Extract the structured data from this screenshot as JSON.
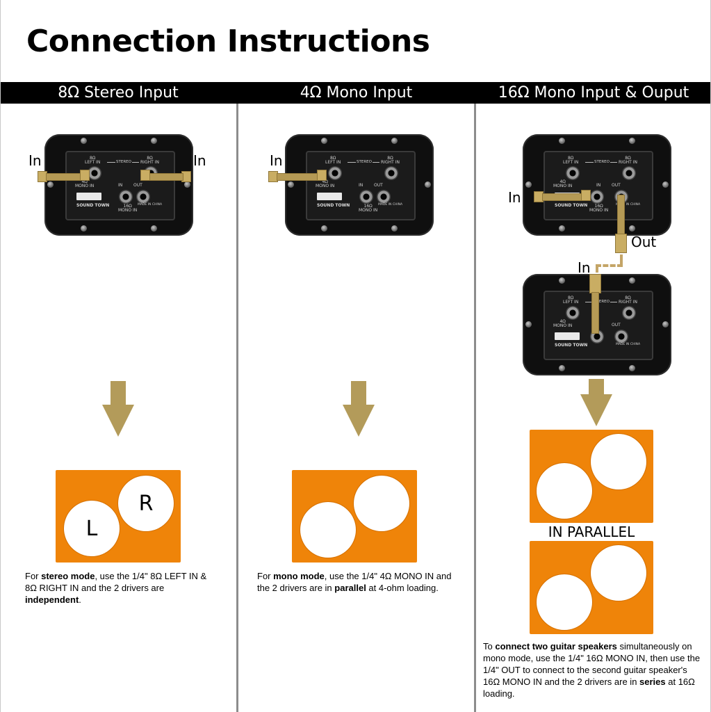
{
  "title": "Connection Instructions",
  "columns": [
    {
      "header": "8Ω Stereo Input",
      "in_labels": [
        "In",
        "In"
      ],
      "speaker_labels": [
        "L",
        "R"
      ],
      "desc": {
        "pre1": "For ",
        "b1": "stereo mode",
        "mid1": ", use the 1/4\" 8Ω LEFT IN & 8Ω RIGHT IN and the 2 drivers are ",
        "b2": "independent",
        "post": "."
      }
    },
    {
      "header": "4Ω Mono Input",
      "in_labels": [
        "In"
      ],
      "desc": {
        "pre1": "For ",
        "b1": "mono mode",
        "mid1": ", use the 1/4\" 4Ω MONO IN and the 2 drivers are in ",
        "b2": "parallel",
        "post": " at 4-ohm loading."
      }
    },
    {
      "header": "16Ω Mono Input & Ouput",
      "in_labels": [
        "In",
        "In"
      ],
      "out_label": "Out",
      "parallel_label": "IN PARALLEL",
      "desc": {
        "pre1": "To ",
        "b1": "connect two guitar speakers",
        "mid1": " simultaneously on mono mode, use the 1/4\" 16Ω MONO IN, then use the 1/4\" OUT to connect to the second guitar speaker's 16Ω MONO IN and the 2 drivers are in ",
        "b2": "series",
        "post": " at 16Ω loading."
      }
    }
  ],
  "panel": {
    "left_in": [
      "8Ω",
      "LEFT IN"
    ],
    "right_in": [
      "8Ω",
      "RIGHT IN"
    ],
    "stereo": "STEREO",
    "mono_in": [
      "4Ω",
      "MONO IN"
    ],
    "mono16_in": [
      "IN",
      "16Ω",
      "MONO IN"
    ],
    "out": "OUT",
    "brand": "SOUND TOWN",
    "made_in": "MADE IN CHINA"
  },
  "colors": {
    "speaker_box": "#ef8409",
    "arrow": "#b39b5a",
    "cable": "#b59a55",
    "header_bar": "#000000"
  }
}
